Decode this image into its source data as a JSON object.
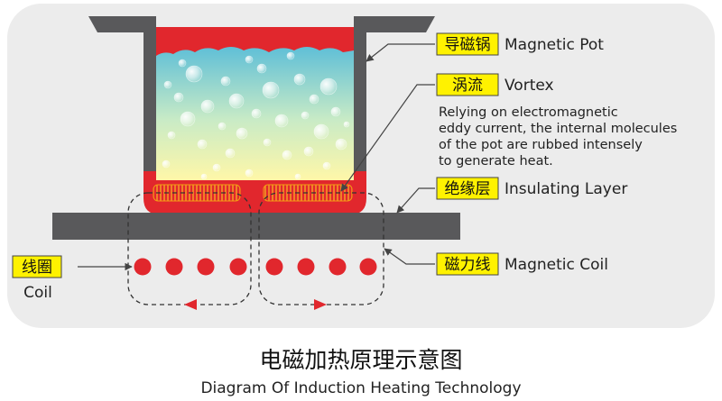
{
  "labels": {
    "pot": {
      "cn": "导磁锅",
      "en": "Magnetic Pot"
    },
    "vortex": {
      "cn": "涡流",
      "en": "Vortex"
    },
    "insulating": {
      "cn": "绝缘层",
      "en": "Insulating Layer"
    },
    "field": {
      "cn": "磁力线",
      "en": "Magnetic Coil"
    },
    "coil": {
      "cn": "线圈",
      "en": "Coil"
    }
  },
  "description": [
    "Relying on electromagnetic",
    "eddy current, the internal molecules",
    "of the pot are rubbed intensely",
    "to generate heat."
  ],
  "title": {
    "cn": "电磁加热原理示意图",
    "en": "Diagram Of Induction Heating Technology"
  },
  "colors": {
    "panel": "#ececec",
    "pot_wall": "#59595b",
    "pot_red": "#e1272d",
    "plate": "#59595b",
    "tag_fill": "#fff200",
    "coil_dot": "#e1272d",
    "liquid_top": "#6cc4d6",
    "liquid_bottom": "#fff7a8"
  }
}
